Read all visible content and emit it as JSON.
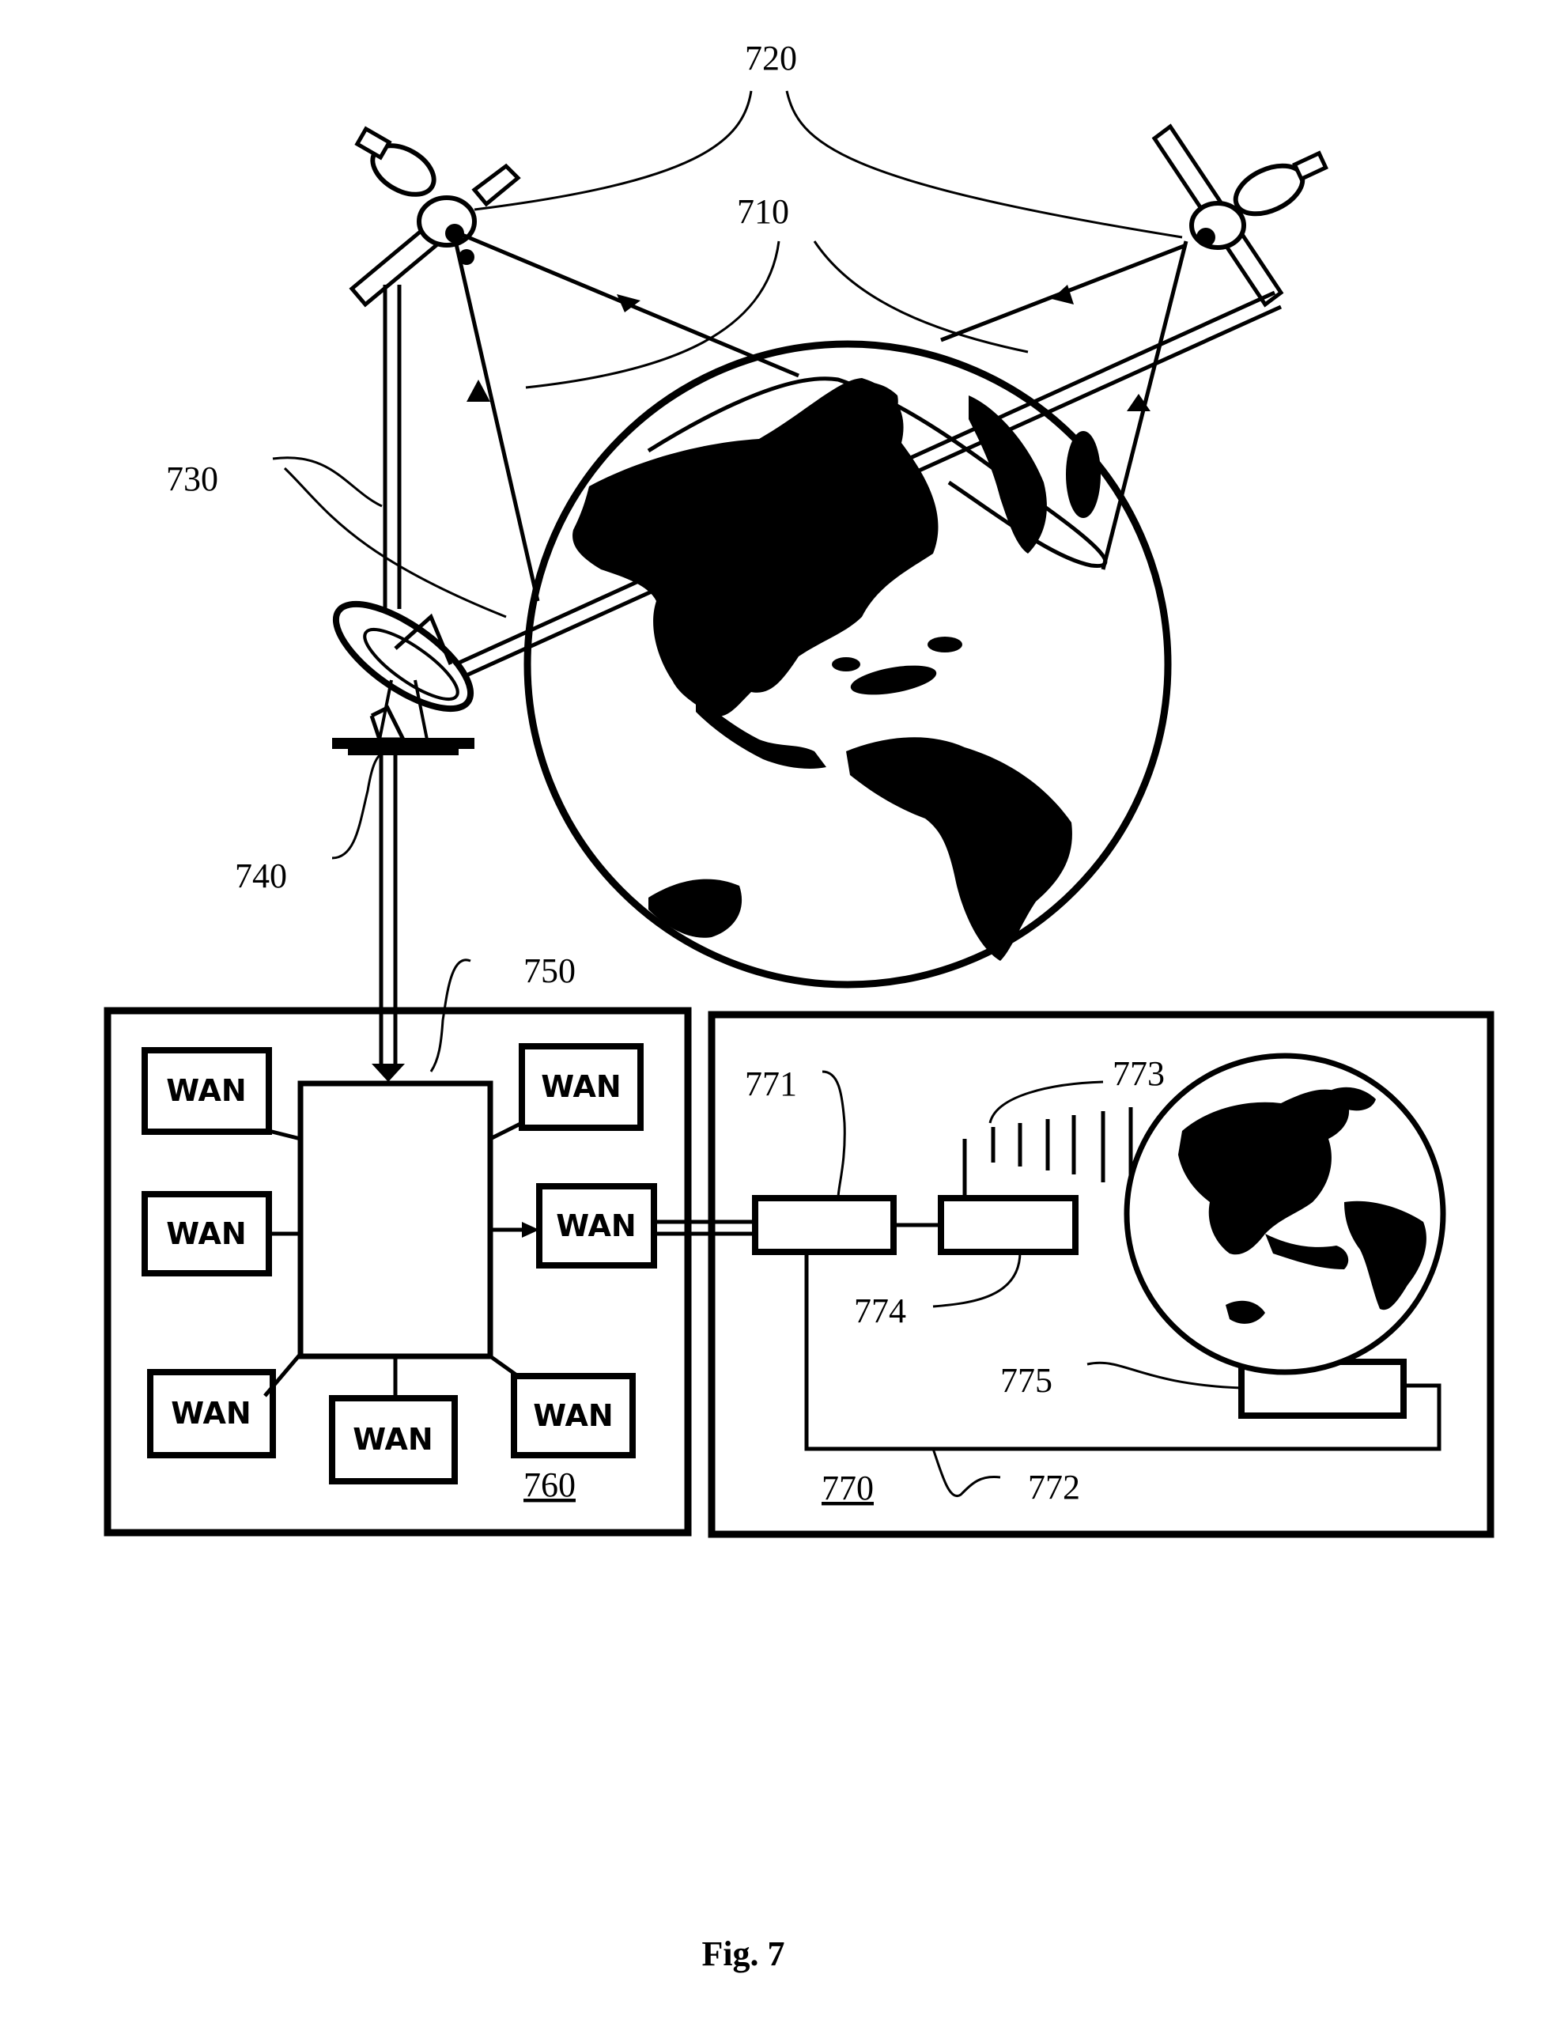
{
  "labels": {
    "sat_group": "720",
    "signal": "710",
    "uplink_beams": "730",
    "ground_station": "740",
    "hub": "750",
    "wan_network": "760",
    "user_system": "770",
    "controller": "771",
    "wired_link": "772",
    "broadcast": "773",
    "transmitter": "774",
    "receiver": "775"
  },
  "wan_boxes": [
    "WAN",
    "WAN",
    "WAN",
    "WAN",
    "WAN",
    "WAN",
    "WAN"
  ],
  "caption": "Fig. 7"
}
